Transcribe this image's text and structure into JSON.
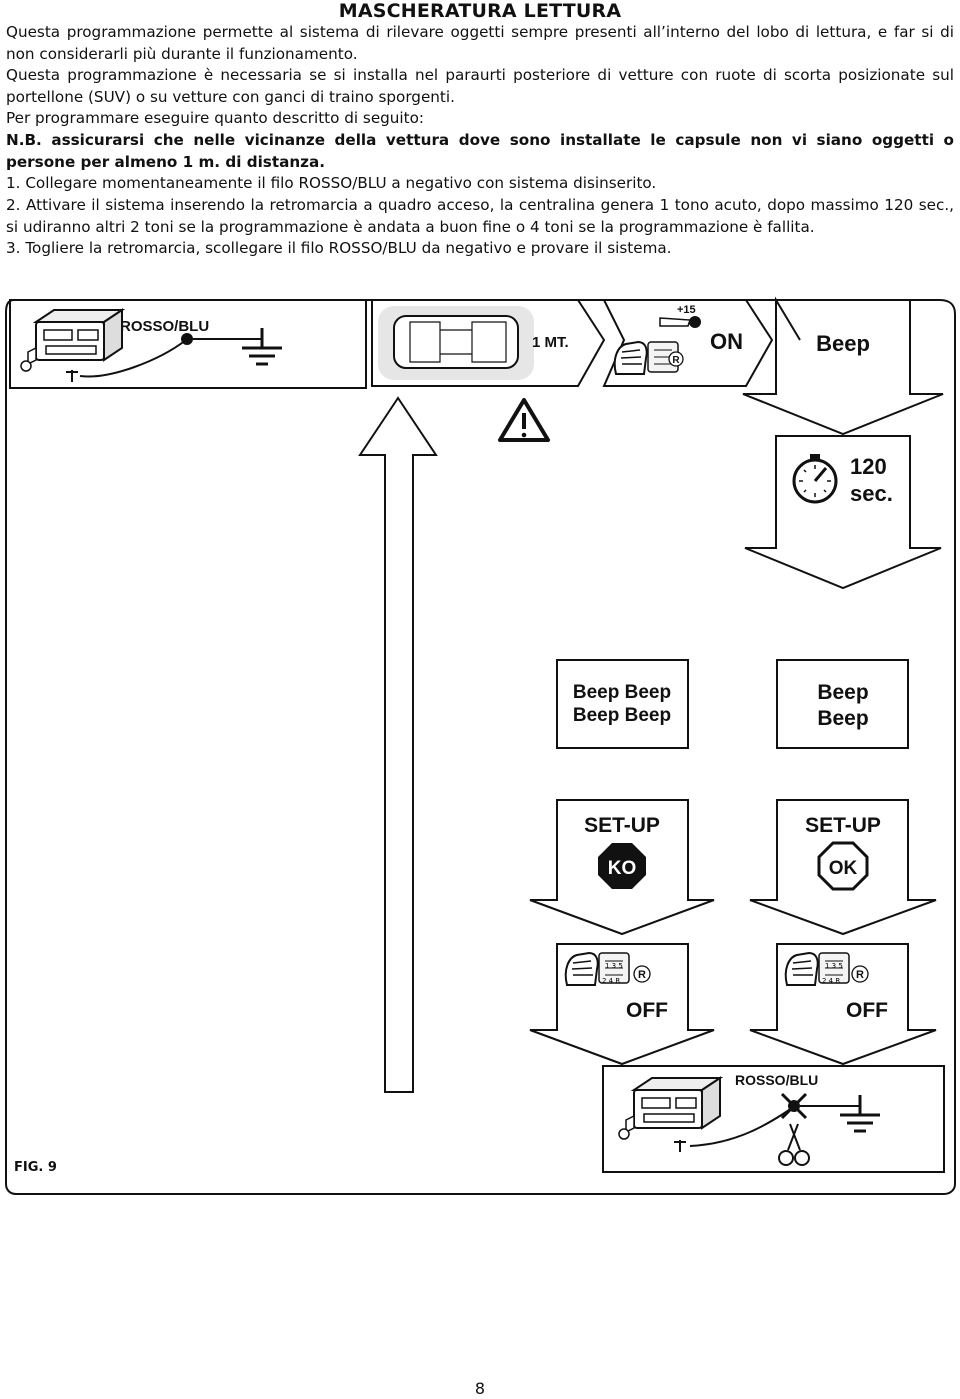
{
  "title": "MASCHERATURA LETTURA",
  "intro": [
    "Questa programmazione permette al sistema di rilevare oggetti sempre presenti all’interno del lobo di lettura, e far si di non considerarli più durante il funzionamento.",
    "Questa programmazione è necessaria se si installa nel paraurti posteriore di vetture con ruote di scorta posizionate sul portellone (SUV) o su vetture con ganci di traino sporgenti.",
    "Per programmare eseguire quanto descritto di seguito:"
  ],
  "nb": "N.B. assicurarsi che nelle vicinanze della vettura dove sono installate le capsule non vi siano oggetti o persone per almeno 1 m. di distanza.",
  "steps": [
    {
      "num": "1.",
      "text": "Collegare momentaneamente il filo ROSSO/BLU a negativo con sistema disinserito."
    },
    {
      "num": "2.",
      "text": "Attivare il sistema inserendo la retromarcia a quadro acceso, la centralina genera 1 tono acuto, dopo massimo 120 sec., si udiranno altri 2 toni se la programmazione è andata a buon fine o 4 toni se la programmazione è fallita."
    },
    {
      "num": "3.",
      "text": "Togliere la retromarcia, scollegare il filo ROSSO/BLU da negativo e provare il sistema."
    }
  ],
  "figure": {
    "wire_label": "ROSSO/BLU",
    "distance_label": "1 MT.",
    "ignition_label": "+15",
    "reverse_label": "R",
    "on_label": "ON",
    "beep_label": "Beep",
    "timer_line1": "120",
    "timer_line2": "sec.",
    "fail_beeps_line1": "Beep Beep",
    "fail_beeps_line2": "Beep Beep",
    "ok_beeps_line1": "Beep",
    "ok_beeps_line2": "Beep",
    "setup_label": "SET-UP",
    "ko_label": "KO",
    "ok_label": "OK",
    "off_label": "OFF",
    "gear_pattern_top": "1 3 5",
    "gear_pattern_bottom": "2 4 R",
    "caption": "FIG. 9"
  },
  "page_number": "8"
}
